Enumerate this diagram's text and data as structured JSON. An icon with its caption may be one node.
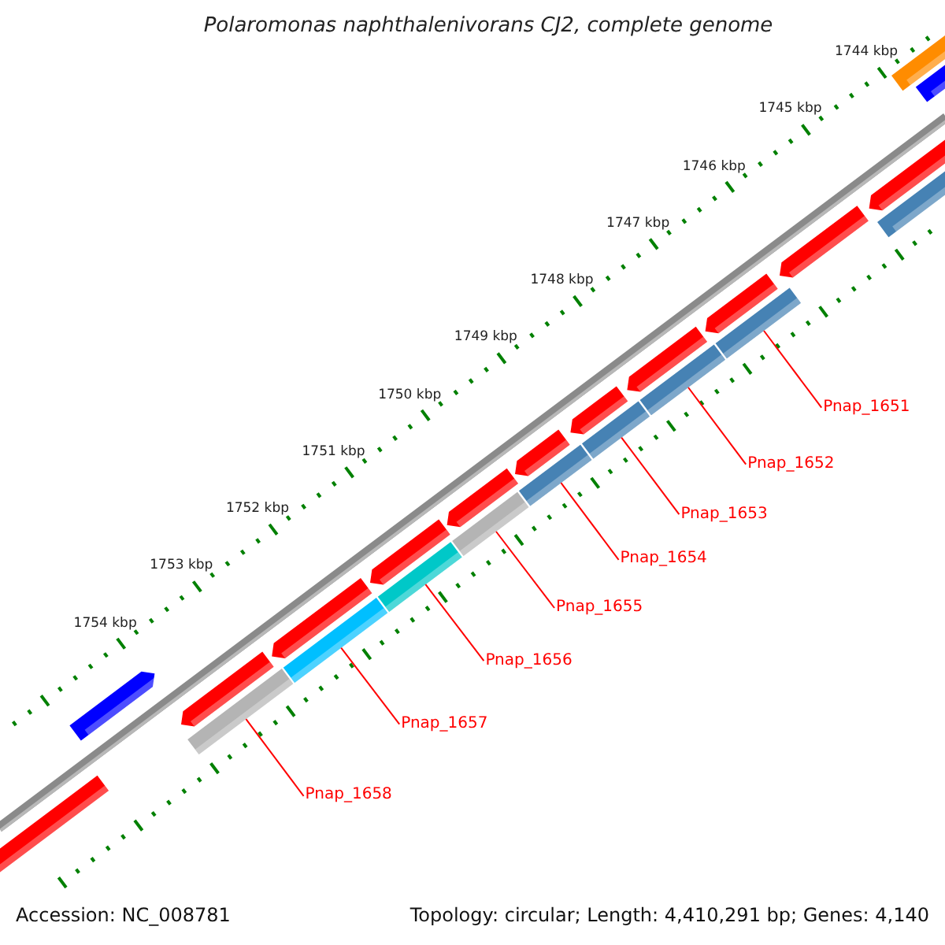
{
  "diagram": {
    "title": "Polaromonas naphthalenivorans CJ2, complete genome",
    "nodes": [
      {
        "text": [
          "Pnap_1651"
        ]
      },
      {
        "text": [
          "Pnap_1652"
        ]
      },
      {
        "text": [
          "Pnap_1653"
        ]
      },
      {
        "text": [
          "Pnap_1654"
        ]
      },
      {
        "text": [
          "Pnap_1655"
        ]
      },
      {
        "text": [
          "Pnap_1656"
        ]
      },
      {
        "text": [
          "Pnap_1657"
        ]
      },
      {
        "text": [
          "Pnap_1658"
        ]
      },
      {
        "text": [],
        "shape": "bar"
      },
      {
        "text": [],
        "shape": "bar"
      },
      {
        "text": [],
        "shape": "bar"
      },
      {
        "text": [],
        "shape": "bar"
      },
      {
        "text": [],
        "shape": "bar"
      },
      {
        "text": [],
        "shape": "bar"
      },
      {
        "text": [],
        "shape": "bar"
      },
      {
        "text": [],
        "shape": "bar"
      }
    ],
    "edges": [
      {
        "from": 0,
        "to": 15,
        "arrow": "none"
      },
      {
        "from": 1,
        "to": 14,
        "arrow": "none"
      },
      {
        "from": 2,
        "to": 13,
        "arrow": "none"
      },
      {
        "from": 3,
        "to": 12,
        "arrow": "none"
      },
      {
        "from": 4,
        "to": 11,
        "arrow": "none"
      },
      {
        "from": 5,
        "to": 10,
        "arrow": "none"
      },
      {
        "from": 6,
        "to": 9,
        "arrow": "none"
      },
      {
        "from": 7,
        "to": 8,
        "arrow": "none"
      }
    ],
    "labels": [
      "1744 kbp",
      "1745 kbp",
      "1746 kbp",
      "1747 kbp",
      "1748 kbp",
      "1749 kbp",
      "1750 kbp",
      "1751 kbp",
      "1752 kbp",
      "1753 kbp",
      "1754 kbp",
      "Accession: NC_008781",
      "Topology: circular; Length: 4,410,291 bp; Genes: 4,140"
    ]
  }
}
